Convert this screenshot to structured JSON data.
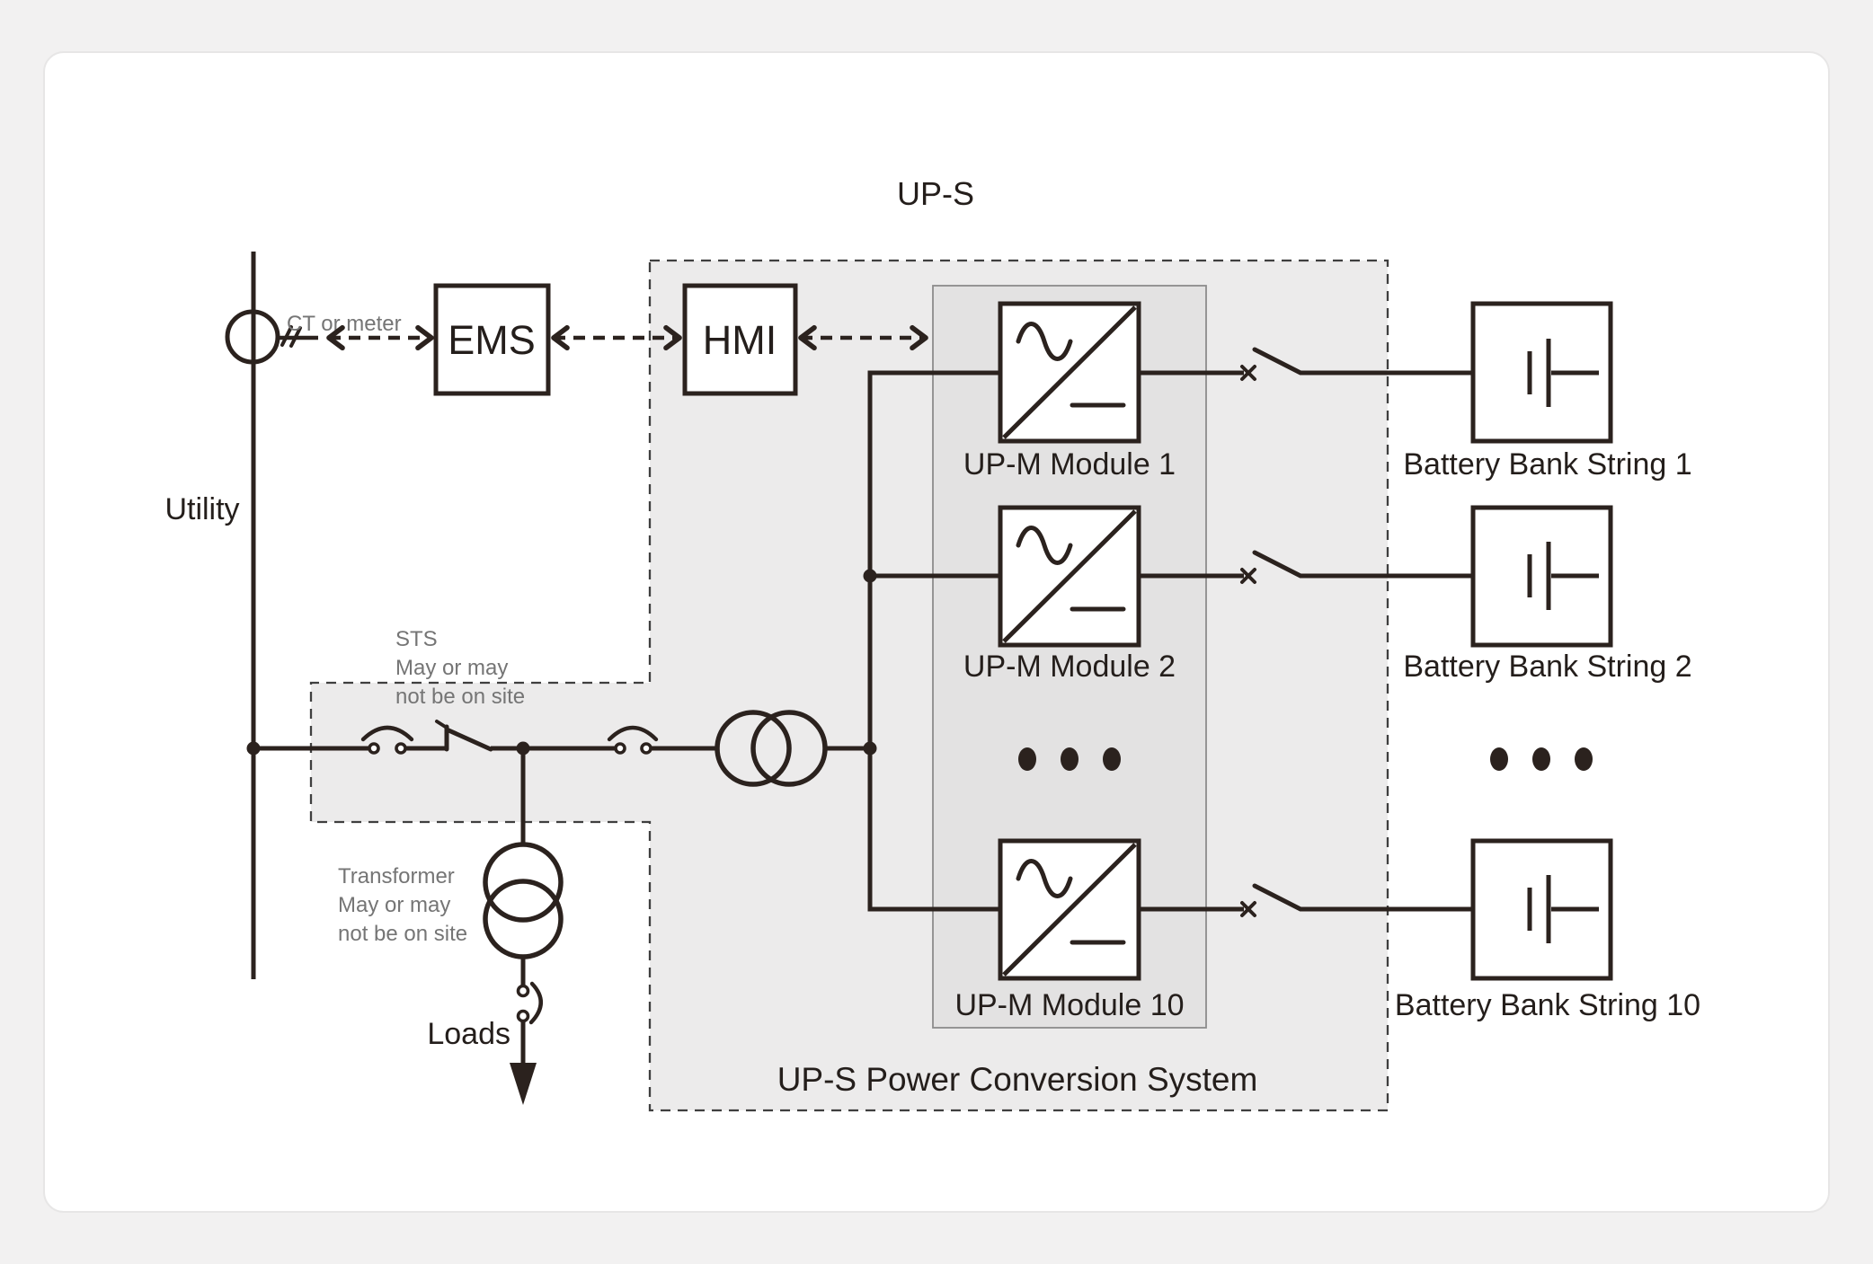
{
  "title": "UP-S",
  "annotations": {
    "ct_meter": "CT or meter",
    "utility": "Utility",
    "loads": "Loads",
    "pcs": "UP-S Power Conversion System",
    "sts_note": [
      "STS",
      "May or may",
      "not be on site"
    ],
    "transformer_note": [
      "Transformer",
      "May or may",
      "not be on site"
    ]
  },
  "control_boxes": {
    "ems": "EMS",
    "hmi": "HMI"
  },
  "rows": [
    {
      "module": "UP-M Module 1",
      "battery": "Battery Bank String 1"
    },
    {
      "module": "UP-M Module 2",
      "battery": "Battery Bank String 2"
    },
    {
      "module": "UP-M Module 10",
      "battery": "Battery Bank String 10"
    }
  ],
  "colors": {
    "line": "#2b221e",
    "gray_text": "#757575",
    "region_fill": "#ecebeb",
    "panel_fill": "#e3e2e2",
    "panel_border": "#8c8c8c",
    "dash_border": "#3f3f3f",
    "card": "#ffffff",
    "page_bg": "#f2f1f1"
  }
}
